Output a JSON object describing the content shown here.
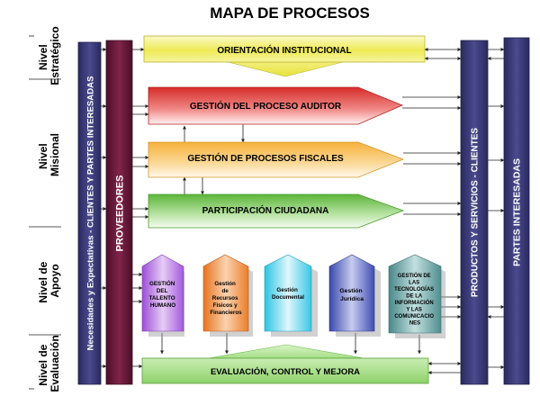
{
  "title": "MAPA DE PROCESOS",
  "levels": {
    "estrategico": [
      "Nivel",
      "Estratégico"
    ],
    "misional": [
      "Nivel",
      "Misional"
    ],
    "apoyo": [
      "Nivel de",
      "Apoyo"
    ],
    "evaluacion": [
      "Nivel de",
      "Evaluación"
    ]
  },
  "bars": {
    "necesidades": "Necesidades y Expectativas - CLIENTES Y PARTES INTERESADAS",
    "proveedores": "PROVEEDORES",
    "productos": "PRODUCTOS Y SERVICIOS - CLIENTES",
    "partes": "PARTES INTERESADAS"
  },
  "processes": {
    "orientacion": "ORIENTACIÓN INSTITUCIONAL",
    "auditor": "GESTIÓN DEL PROCESO AUDITOR",
    "fiscales": "GESTIÓN DE  PROCESOS FISCALES",
    "participacion": "PARTICIPACIÓN  CIUDADANA",
    "evaluacion": "EVALUACIÓN, CONTROL Y MEJORA"
  },
  "support": {
    "talento": [
      "GESTIÓN",
      "DEL",
      "TALENTO",
      "HUMANO"
    ],
    "recursos": [
      "Gestión",
      "de",
      "Recursos",
      "Físicos y",
      "Financieros"
    ],
    "documental": [
      "Gestión",
      "Documental"
    ],
    "juridica": [
      "Gestión",
      "Jurídica"
    ],
    "tecnologias": [
      "GESTIÓN DE",
      "LAS",
      "TECNOLOGÍAS",
      "DE LA",
      "INFORMACIÓN",
      "Y LAS",
      "COMUNICACIO",
      "NES"
    ]
  },
  "colors": {
    "bar_dark": "#3b3b78",
    "proveedores": "#6b1a3a",
    "orientacion": "#f2ef70",
    "auditor": "#d93b36",
    "fiscales": "#f8c35a",
    "participacion": "#6fc14d",
    "evaluacion": "#9fdc7a",
    "talento": "#b56fe0",
    "recursos": "#f08a3c",
    "documental": "#4fd3ec",
    "juridica": "#4f5fc0",
    "tecnologias": "#5f9fa0"
  }
}
